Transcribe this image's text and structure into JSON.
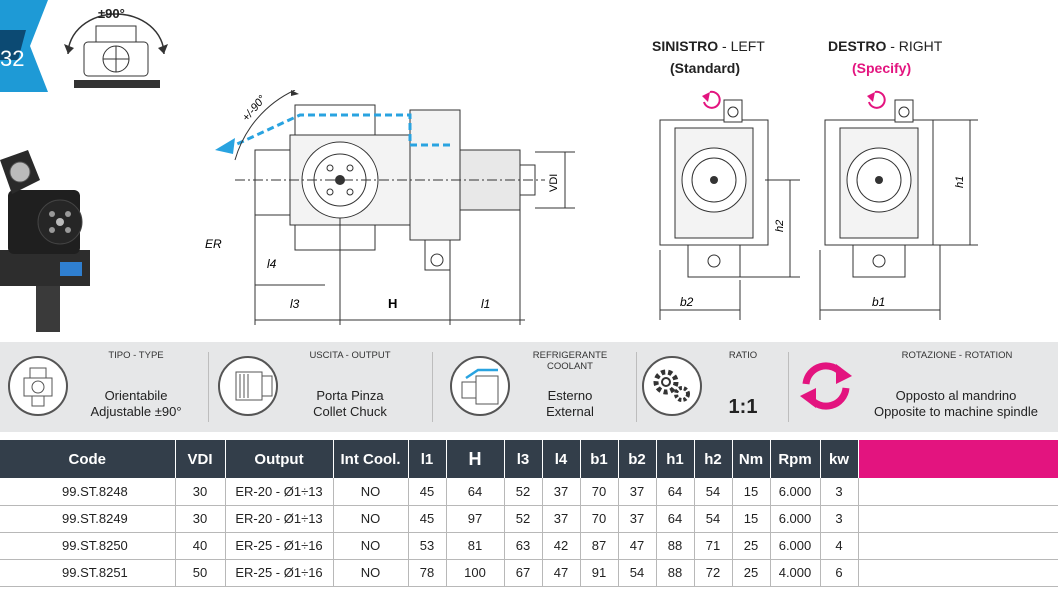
{
  "page": {
    "number": "32"
  },
  "rotation_badge": {
    "label": "±90°"
  },
  "drawing": {
    "angle_label": "+/-90°",
    "labels": {
      "er": "ER",
      "l4": "l4",
      "l3": "l3",
      "h": "H",
      "l1": "l1",
      "vdi": "VDI"
    }
  },
  "views": {
    "left": {
      "title_bold": "SINISTRO",
      "title_rest": " - LEFT",
      "subtitle": "(Standard)"
    },
    "right": {
      "title_bold": "DESTRO",
      "title_rest": " - RIGHT",
      "subtitle": "(Specify)"
    },
    "dims": {
      "h1": "h1",
      "h2": "h2",
      "b1": "b1",
      "b2": "b2"
    }
  },
  "info": {
    "type": {
      "label": "TIPO - TYPE",
      "line1": "Orientabile",
      "line2": "Adjustable ±90°"
    },
    "output": {
      "label": "USCITA - OUTPUT",
      "line1": "Porta Pinza",
      "line2": "Collet Chuck"
    },
    "coolant": {
      "label1": "REFRIGERANTE",
      "label2": "COOLANT",
      "line1": "Esterno",
      "line2": "External"
    },
    "ratio": {
      "label": "RATIO",
      "value": "1:1"
    },
    "rotation": {
      "label": "ROTAZIONE - ROTATION",
      "line1": "Opposto al mandrino",
      "line2": "Opposite to machine spindle"
    }
  },
  "colors": {
    "accent_pink": "#e3147f",
    "header_navy": "#333e4a",
    "tab_blue": "#1e9ad6",
    "coolant_blue": "#29a3e0"
  },
  "table": {
    "headers": [
      "Code",
      "VDI",
      "Output",
      "Int Cool.",
      "l1",
      "H",
      "l3",
      "l4",
      "b1",
      "b2",
      "h1",
      "h2",
      "Nm",
      "Rpm",
      "kw"
    ],
    "rows": [
      [
        "99.ST.8248",
        "30",
        "ER-20 - Ø1÷13",
        "NO",
        "45",
        "64",
        "52",
        "37",
        "70",
        "37",
        "64",
        "54",
        "15",
        "6.000",
        "3"
      ],
      [
        "99.ST.8249",
        "30",
        "ER-20 - Ø1÷13",
        "NO",
        "45",
        "97",
        "52",
        "37",
        "70",
        "37",
        "64",
        "54",
        "15",
        "6.000",
        "3"
      ],
      [
        "99.ST.8250",
        "40",
        "ER-25 - Ø1÷16",
        "NO",
        "53",
        "81",
        "63",
        "42",
        "87",
        "47",
        "88",
        "71",
        "25",
        "6.000",
        "4"
      ],
      [
        "99.ST.8251",
        "50",
        "ER-25 - Ø1÷16",
        "NO",
        "78",
        "100",
        "67",
        "47",
        "91",
        "54",
        "88",
        "72",
        "25",
        "4.000",
        "6"
      ]
    ]
  }
}
